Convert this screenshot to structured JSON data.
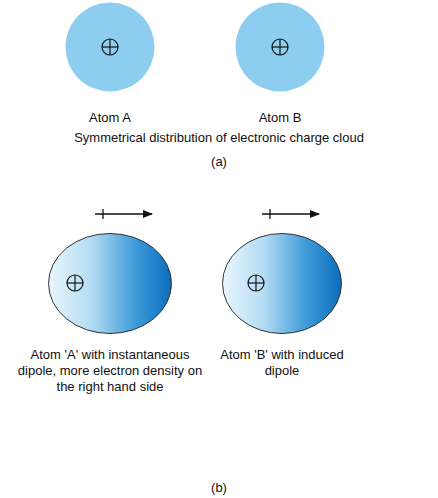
{
  "diagram": {
    "nodes": [
      {
        "text": [
          "Atom A"
        ]
      },
      {
        "text": [
          "Atom B"
        ]
      },
      {
        "text": [
          "Atom 'A' with instantaneous dipole, more electron density on the right hand side"
        ]
      },
      {
        "text": [
          "Atom 'B' with induced dipole"
        ]
      }
    ],
    "labels": [
      "Symmetrical distribution of electronic charge cloud",
      "(a)",
      "(b)"
    ]
  }
}
